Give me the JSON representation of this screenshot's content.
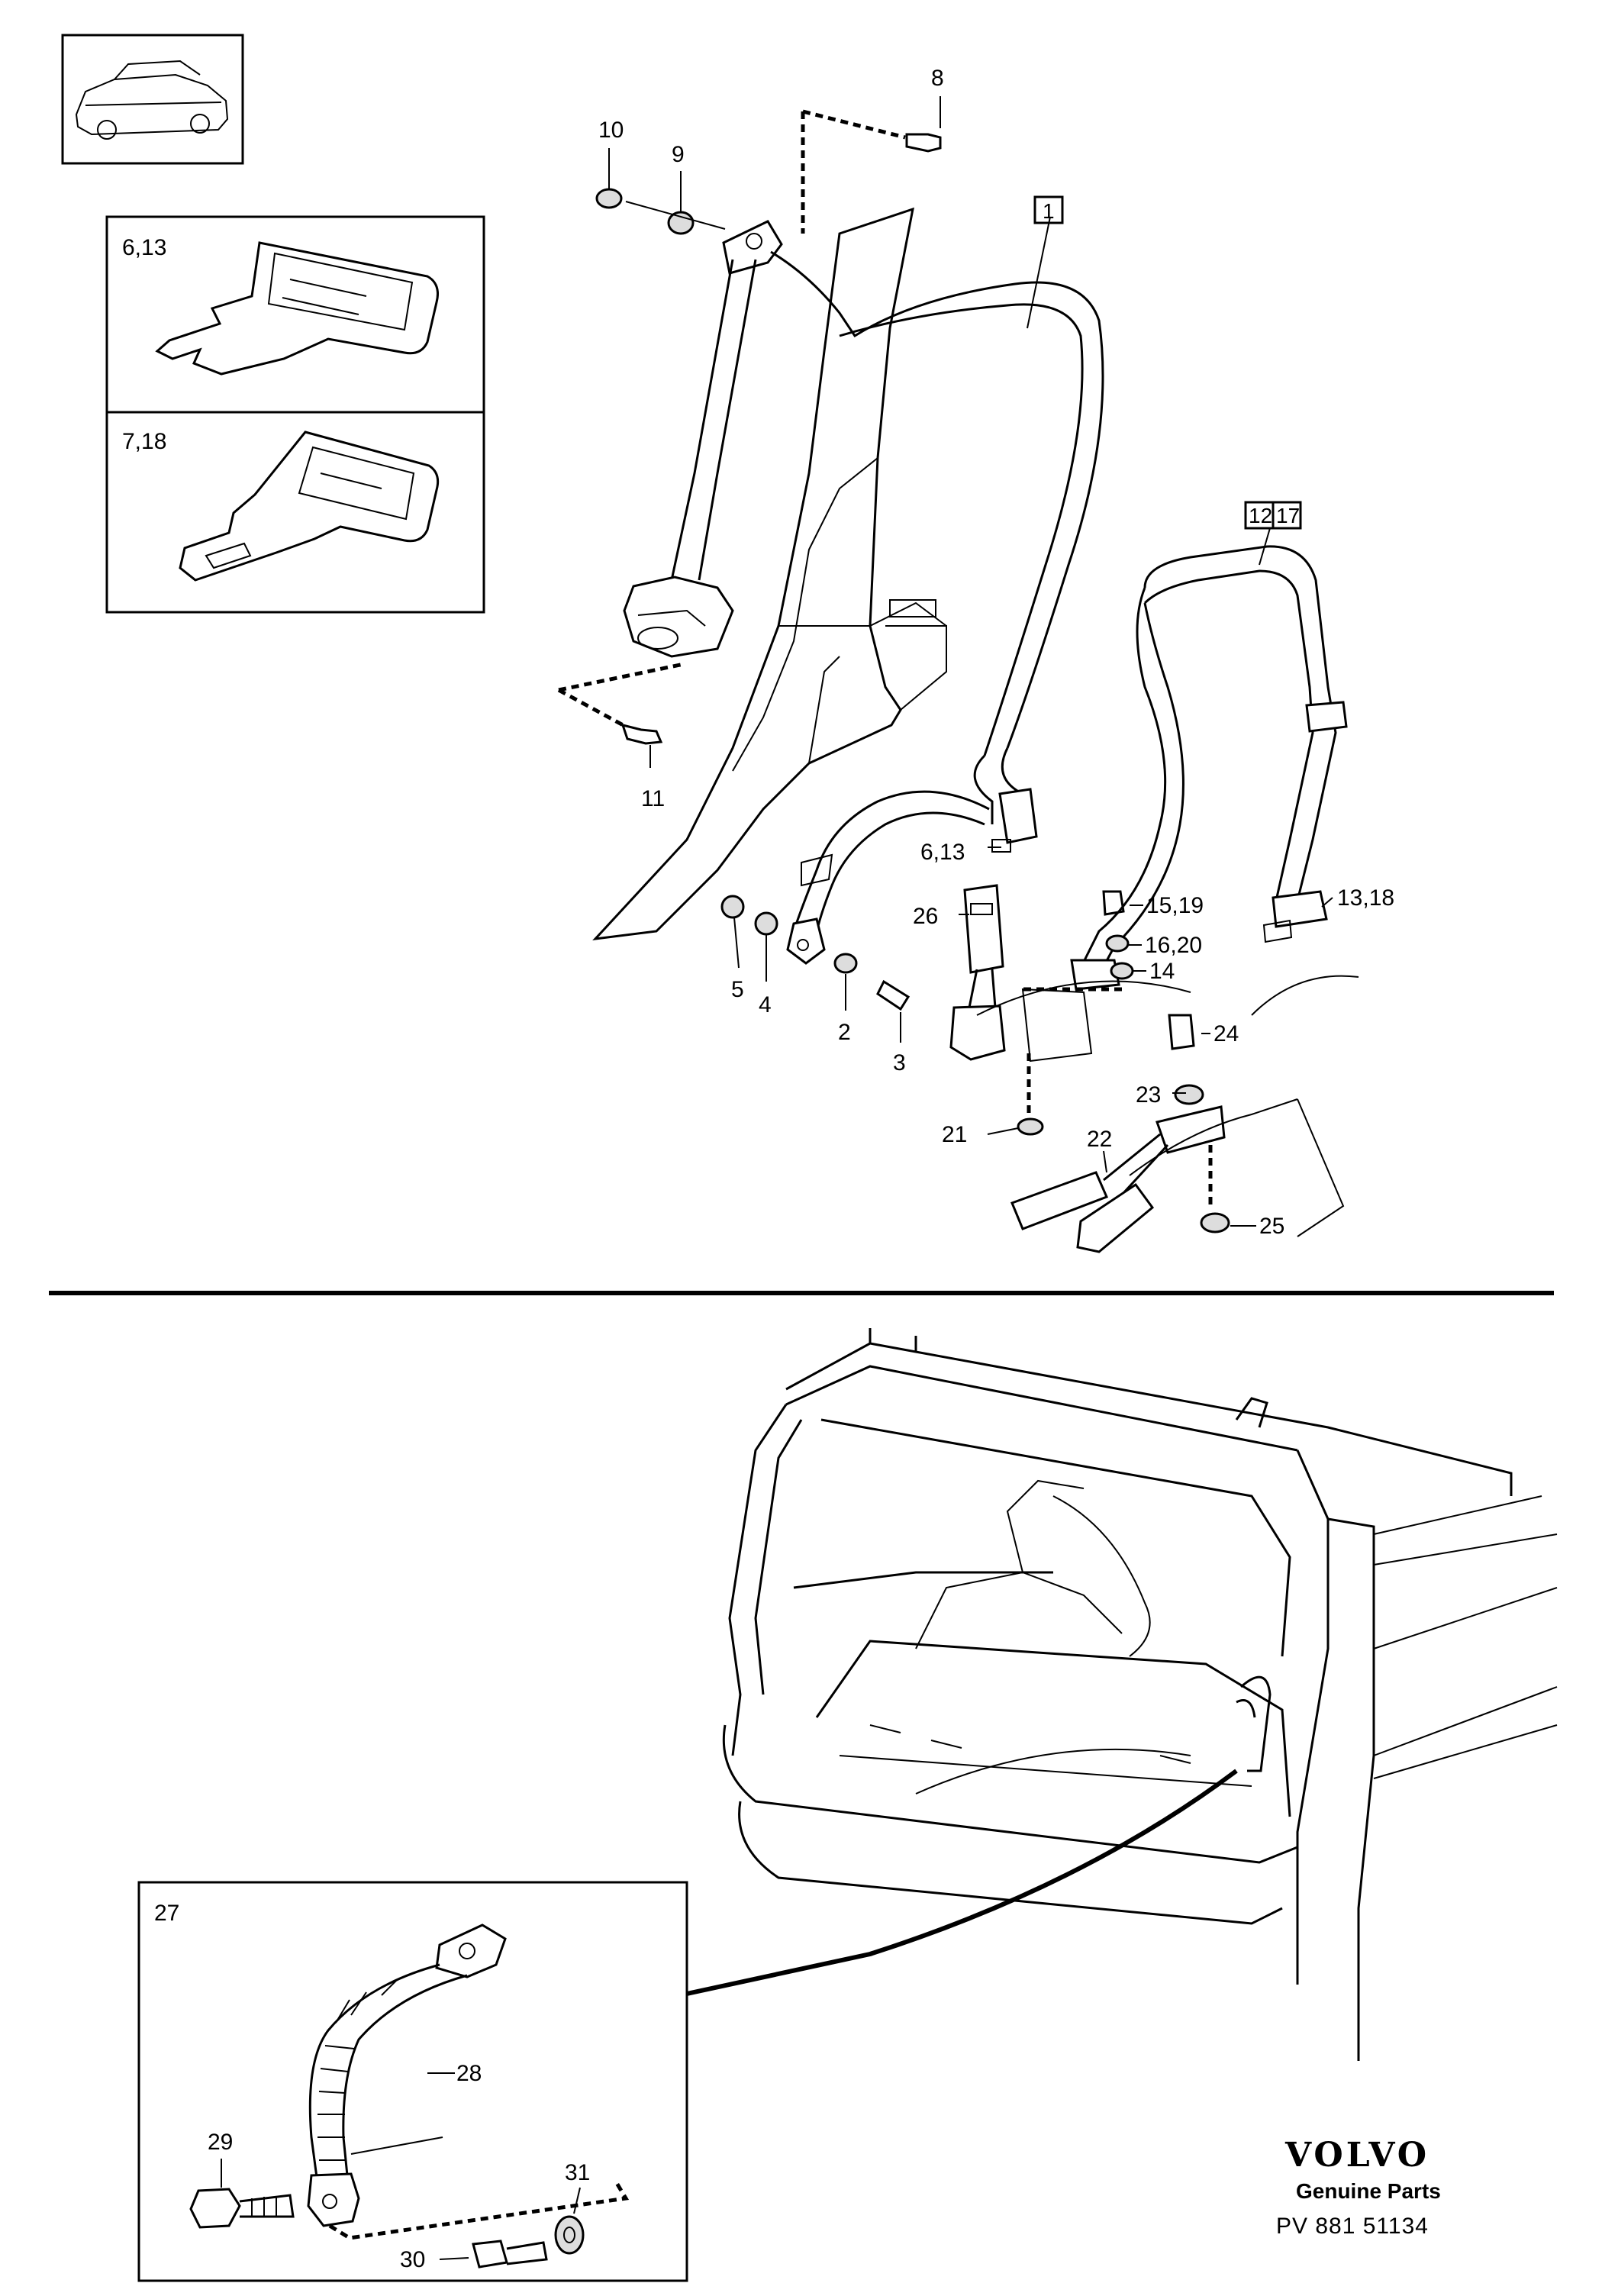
{
  "callouts": {
    "c1": "1",
    "c2": "2",
    "c3": "3",
    "c4": "4",
    "c5": "5",
    "c8": "8",
    "c9": "9",
    "c10": "10",
    "c11": "11",
    "c6_13": "6,13",
    "c13_18": "13,18",
    "c12": "12",
    "c17": "17",
    "c14": "14",
    "c15_19": "15,19",
    "c16_20": "16,20",
    "c21": "21",
    "c22": "22",
    "c23": "23",
    "c24": "24",
    "c25": "25",
    "c26": "26",
    "c27": "27",
    "c28": "28",
    "c29": "29",
    "c30": "30",
    "c31": "31"
  },
  "insets": {
    "tongue_a_label": "6,13",
    "tongue_b_label": "7,18"
  },
  "branding": {
    "brand": "VOLVO",
    "tagline": "Genuine Parts",
    "plate_code": "PV 881  51134"
  }
}
